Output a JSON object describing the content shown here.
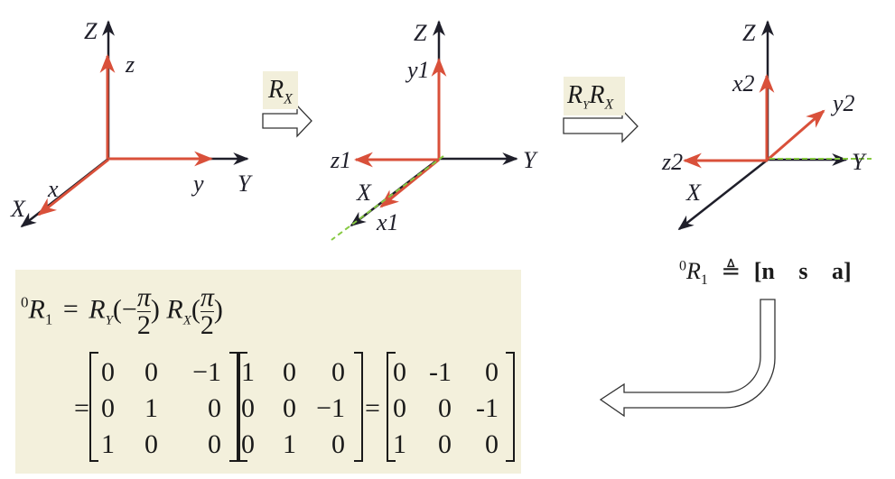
{
  "colors": {
    "world_axis": "#1f1f2a",
    "body_axis": "#d9503a",
    "overlap_dash": "#86c941",
    "formula_bg": "#f3f0dc",
    "label_bg": "#f2efdb"
  },
  "frames": [
    {
      "name": "initial",
      "world_labels": {
        "Z": "Z",
        "Y": "Y",
        "X": "X"
      },
      "body_labels": {
        "z": "z",
        "y": "y",
        "x": "x"
      }
    },
    {
      "name": "after-rx",
      "world_labels": {
        "Z": "Z",
        "Y": "Y",
        "X": "X"
      },
      "body_labels": {
        "y": "y1",
        "z": "z1",
        "x": "x1"
      }
    },
    {
      "name": "after-ryrx",
      "world_labels": {
        "Z": "Z",
        "Y": "Y",
        "X": "X"
      },
      "body_labels": {
        "x": "x2",
        "y": "y2",
        "z": "z2"
      }
    }
  ],
  "operators": {
    "first": {
      "base": "R",
      "sub": "X"
    },
    "second": {
      "base1": "R",
      "sub1": "Y",
      "base2": "R",
      "sub2": "X"
    }
  },
  "definition": {
    "sup": "0",
    "base": "R",
    "sub": "1",
    "symbol": "≜",
    "open": "[",
    "close": "]",
    "n": "n",
    "s": "s",
    "a": "a"
  },
  "formula": {
    "lhs_sup": "0",
    "lhs_base": "R",
    "lhs_sub": "1",
    "equals": "=",
    "ry": "R",
    "ry_sub": "Y",
    "ry_arg_sign": "−",
    "rx": "R",
    "rx_sub": "X",
    "pi": "π",
    "two": "2",
    "lparen": "(",
    "rparen": ")",
    "matrices": [
      [
        [
          "0",
          "0",
          "−1"
        ],
        [
          "0",
          "1",
          "0"
        ],
        [
          "1",
          "0",
          "0"
        ]
      ],
      [
        [
          "1",
          "0",
          "0"
        ],
        [
          "0",
          "0",
          "−1"
        ],
        [
          "0",
          "1",
          "0"
        ]
      ],
      [
        [
          "0",
          "-1",
          "0"
        ],
        [
          "0",
          "0",
          "-1"
        ],
        [
          "1",
          "0",
          "0"
        ]
      ]
    ]
  }
}
